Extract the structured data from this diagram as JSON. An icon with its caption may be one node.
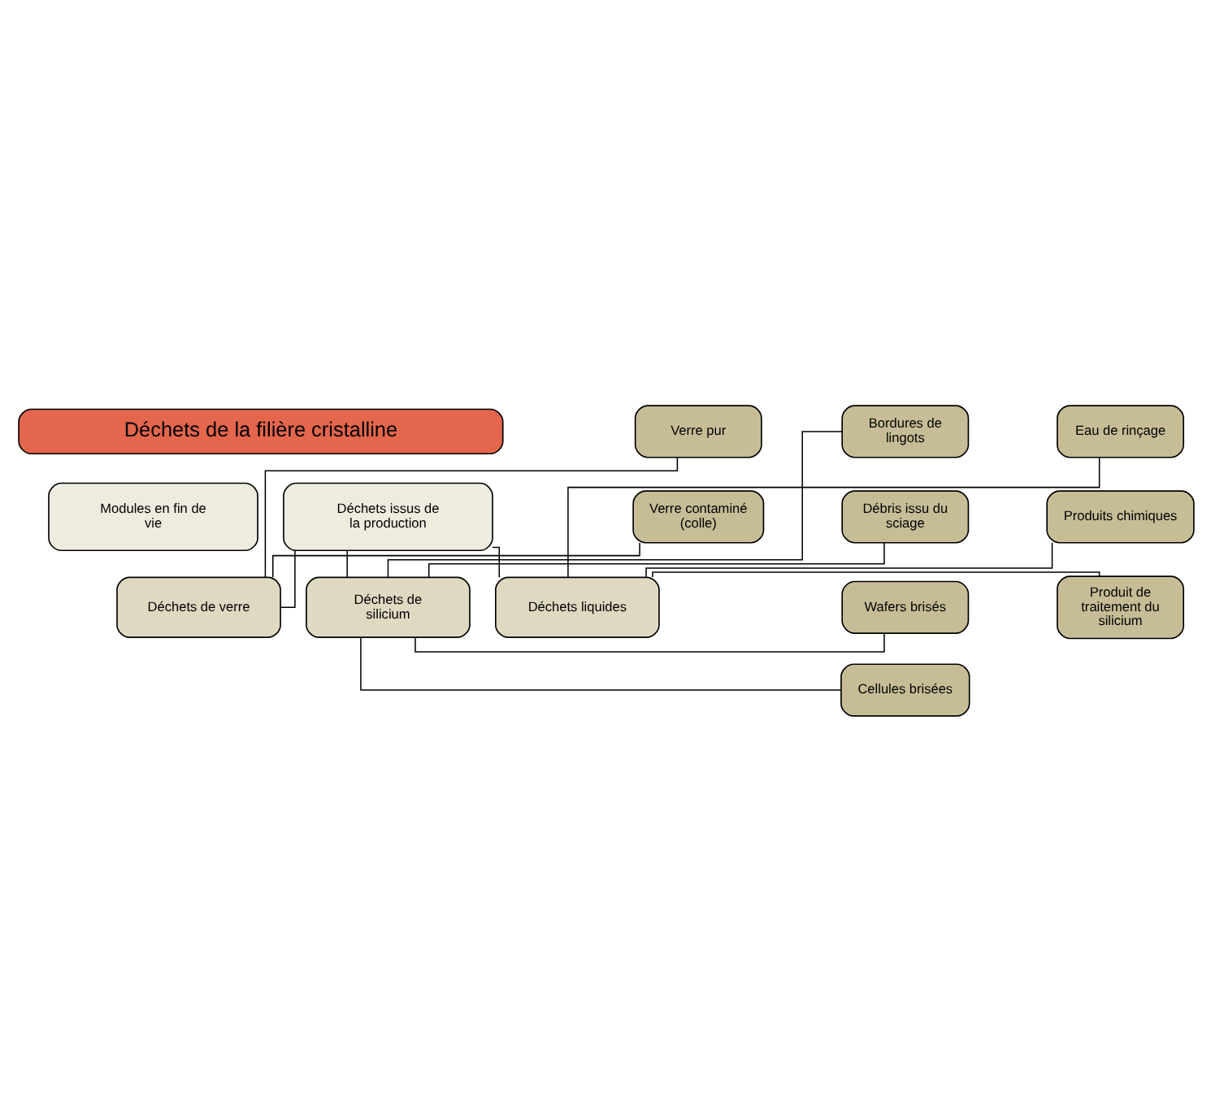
{
  "diagram": {
    "nodes": [
      {
        "text": [
          "Déchets de la filière cristalline"
        ]
      },
      {
        "text": [
          "Modules en fin de vie"
        ]
      },
      {
        "text": [
          "Déchets issus de la production"
        ]
      },
      {
        "text": [
          "Déchets de verre"
        ]
      },
      {
        "text": [
          "Déchets de silicium"
        ]
      },
      {
        "text": [
          "Déchets liquides"
        ]
      },
      {
        "text": [
          "Verre pur"
        ]
      },
      {
        "text": [
          "Verre contaminé (colle)"
        ]
      },
      {
        "text": [
          "Bordures de lingots"
        ]
      },
      {
        "text": [
          "Débris issu du sciage"
        ]
      },
      {
        "text": [
          "Wafers brisés"
        ]
      },
      {
        "text": [
          "Cellules brisées"
        ]
      },
      {
        "text": [
          "Eau de rinçage"
        ]
      },
      {
        "text": [
          "Produits chimiques"
        ]
      },
      {
        "text": [
          "Produit de traitement du silicium"
        ]
      }
    ],
    "edges": [
      {
        "from": 2,
        "to": 3,
        "arrow": "none"
      },
      {
        "from": 2,
        "to": 4,
        "arrow": "none"
      },
      {
        "from": 2,
        "to": 5,
        "arrow": "none"
      },
      {
        "from": 3,
        "to": 6,
        "arrow": "none"
      },
      {
        "from": 3,
        "to": 7,
        "arrow": "none"
      },
      {
        "from": 4,
        "to": 8,
        "arrow": "none"
      },
      {
        "from": 4,
        "to": 9,
        "arrow": "none"
      },
      {
        "from": 4,
        "to": 10,
        "arrow": "none"
      },
      {
        "from": 4,
        "to": 11,
        "arrow": "none"
      },
      {
        "from": 5,
        "to": 12,
        "arrow": "none"
      },
      {
        "from": 5,
        "to": 13,
        "arrow": "none"
      },
      {
        "from": 5,
        "to": 14,
        "arrow": "none"
      }
    ]
  }
}
